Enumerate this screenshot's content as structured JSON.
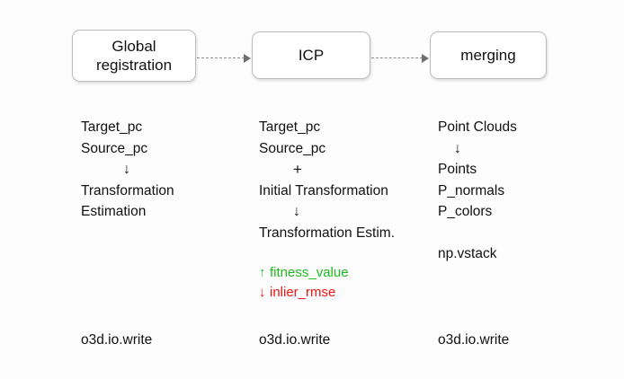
{
  "flow": {
    "boxes": [
      {
        "label": "Global\nregistration"
      },
      {
        "label": "ICP"
      },
      {
        "label": "merging"
      }
    ],
    "connector_style": "dashed-arrow"
  },
  "columns": [
    {
      "name": "global-registration",
      "lines": [
        "Target_pc",
        "Source_pc",
        "↓",
        "Transformation",
        "Estimation"
      ],
      "output": "o3d.io.write"
    },
    {
      "name": "icp",
      "lines": [
        "Target_pc",
        "Source_pc",
        "+",
        "Initial Transformation",
        "↓",
        "Transformation Estim."
      ],
      "metrics": [
        {
          "glyph": "↑",
          "label": "fitness_value",
          "color": "#1db91d"
        },
        {
          "glyph": "↓",
          "label": "inlier_rmse",
          "color": "#ee1414"
        }
      ],
      "output": "o3d.io.write"
    },
    {
      "name": "merging",
      "lines": [
        "Point Clouds",
        "↓",
        "Points",
        "P_normals",
        "P_colors"
      ],
      "operation": "np.vstack",
      "output": "o3d.io.write"
    }
  ],
  "colors": {
    "background": "#fdfdfd",
    "text": "#111111",
    "box_border": "#bcbcbc",
    "connector": "#8d8d8d",
    "green": "#1db91d",
    "red": "#ee1414"
  }
}
